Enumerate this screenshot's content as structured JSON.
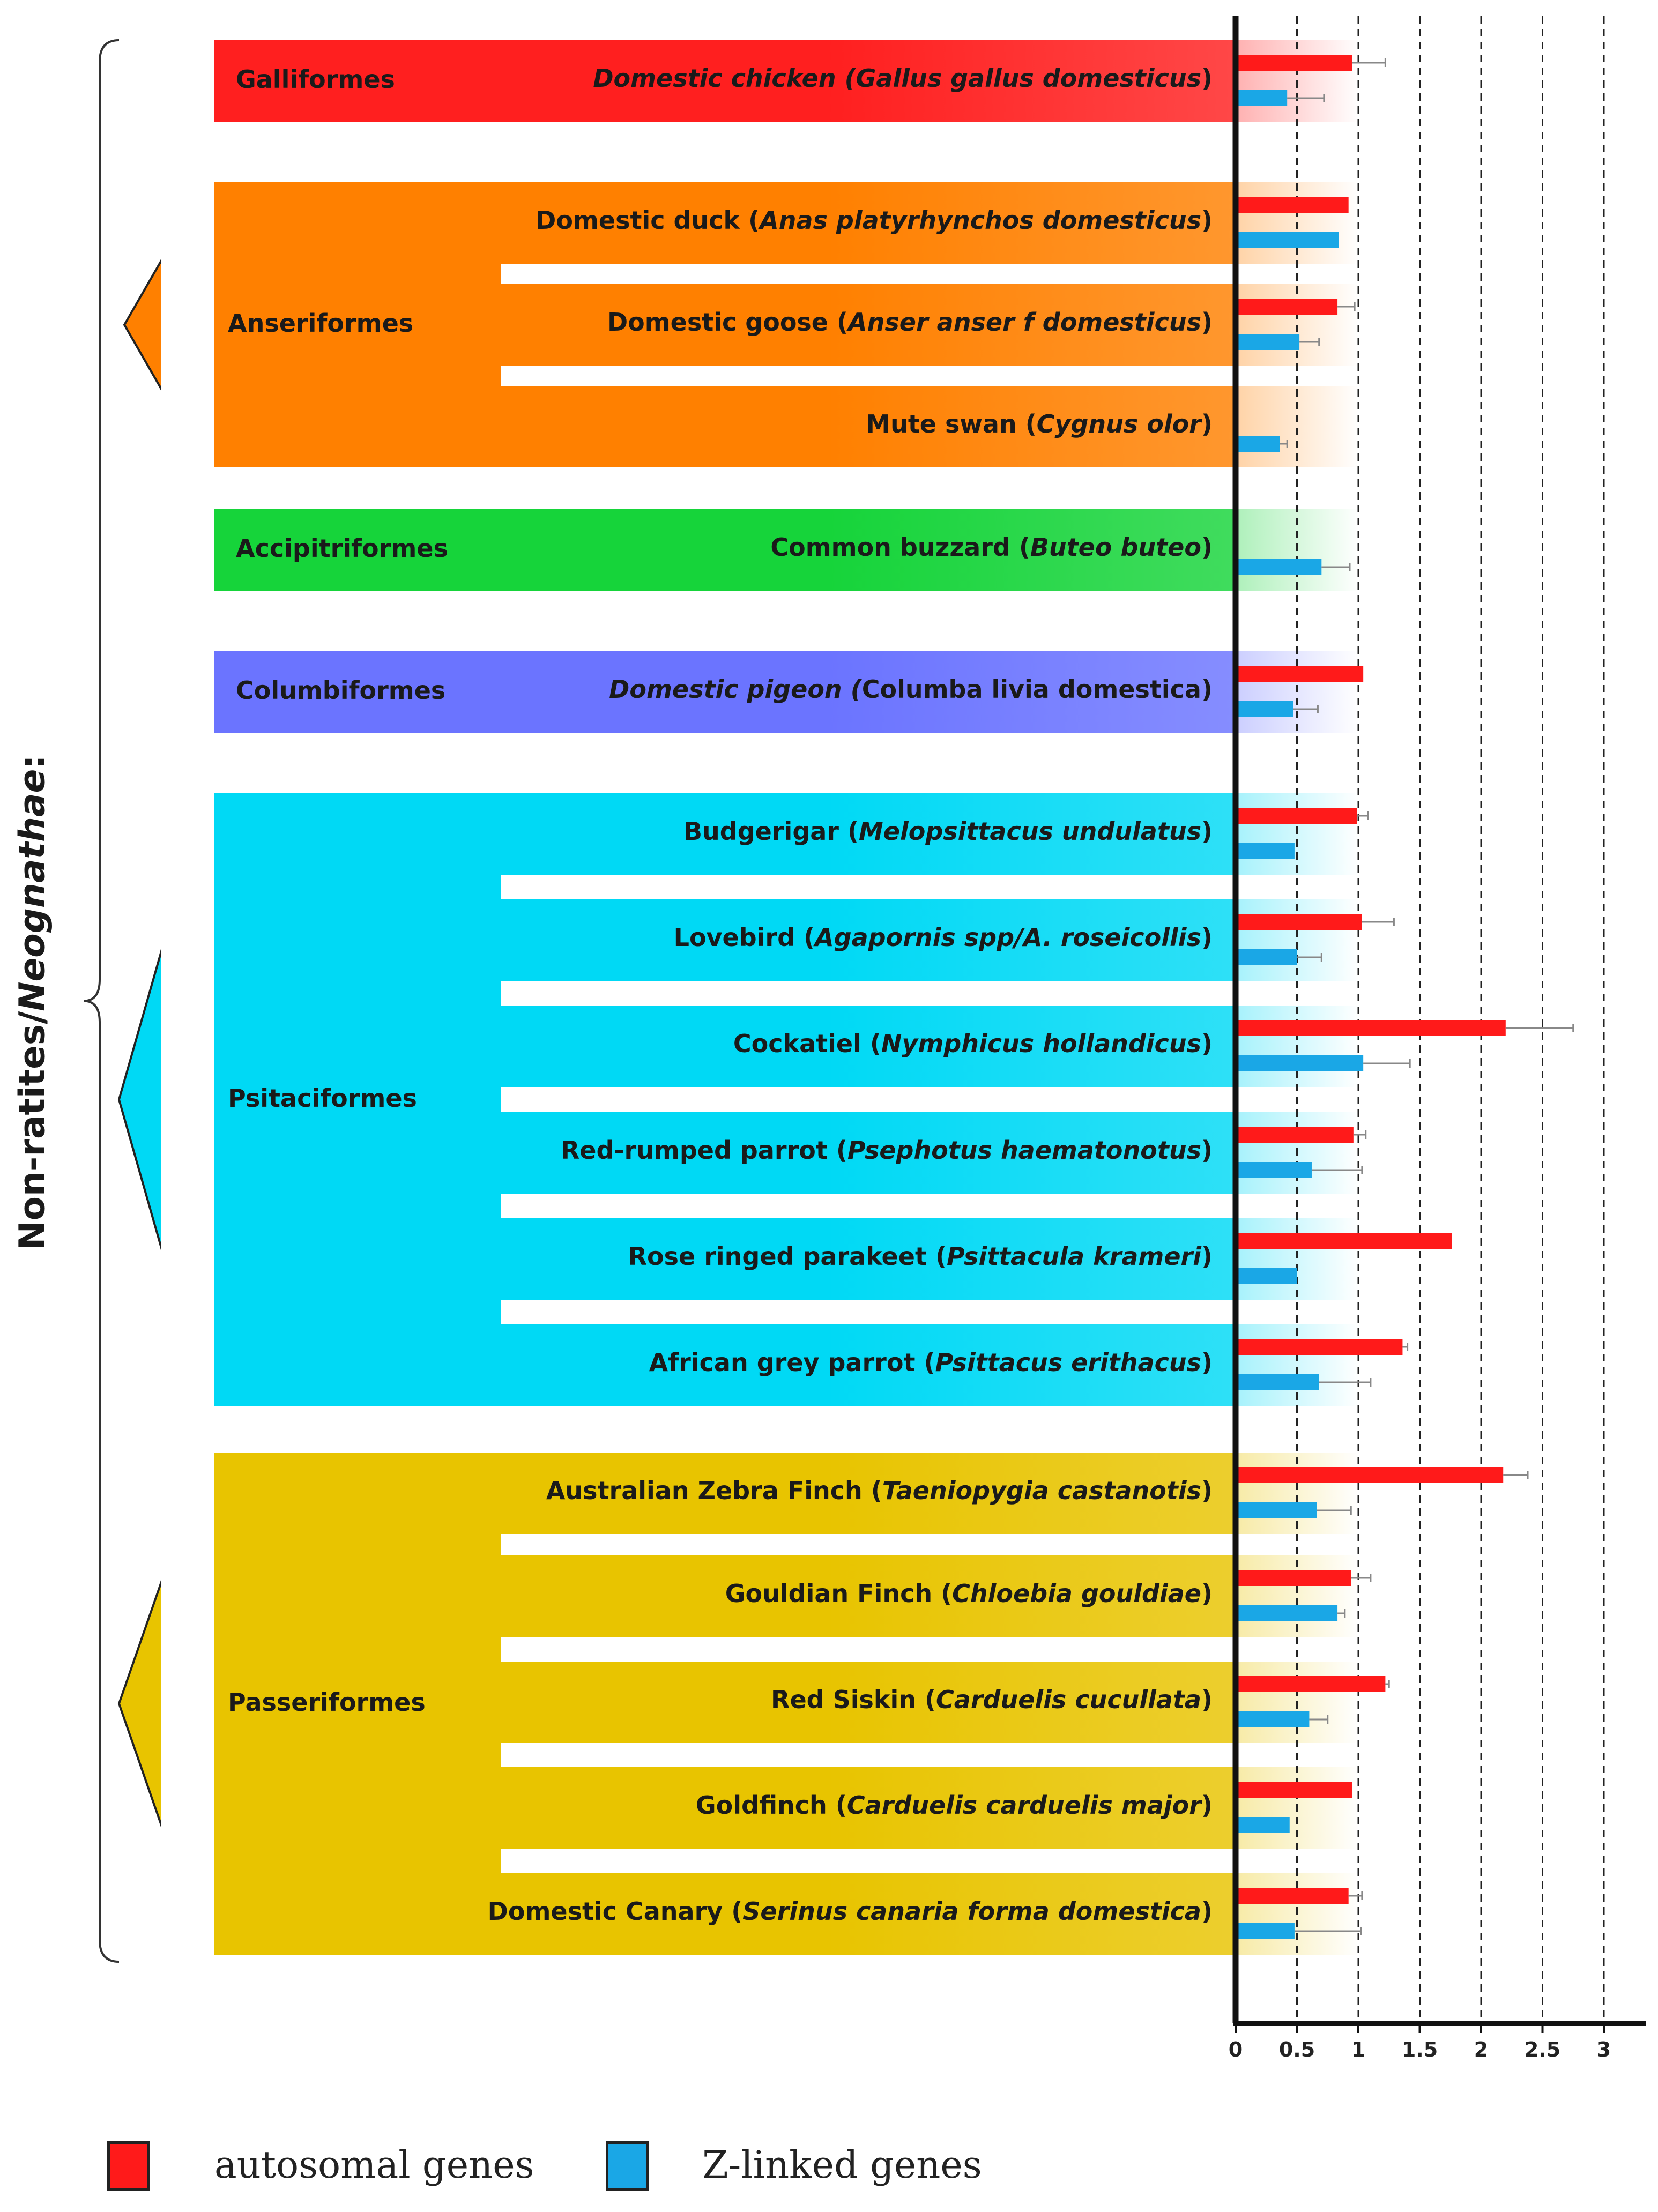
{
  "side_label": {
    "prefix": "Non-ratites/",
    "italic": "Neognathae",
    "suffix": ":"
  },
  "orders": [
    {
      "name": "Galliformes",
      "color": "#ff1f1f",
      "species_idx": [
        0
      ]
    },
    {
      "name": "Anseriformes",
      "color": "#ff8000",
      "species_idx": [
        1,
        2,
        3
      ]
    },
    {
      "name": "Accipitriformes",
      "color": "#16d43a",
      "species_idx": [
        4
      ]
    },
    {
      "name": "Columbiformes",
      "color": "#6b74ff",
      "species_idx": [
        5
      ]
    },
    {
      "name": "Psitaciformes",
      "color": "#00d9f5",
      "species_idx": [
        6,
        7,
        8,
        9,
        10,
        11
      ]
    },
    {
      "name": "Passeriformes",
      "color": "#e8c400",
      "species_idx": [
        12,
        13,
        14,
        15,
        16
      ]
    }
  ],
  "chart_data": {
    "type": "bar",
    "orientation": "horizontal",
    "categories": [
      "Domestic chicken (Gallus gallus domesticus)",
      "Domestic duck (Anas platyrhynchos domesticus)",
      "Domestic goose (Anser anser f domesticus)",
      "Mute swan (Cygnus olor)",
      "Common buzzard (Buteo buteo)",
      "Domestic pigeon (Columba livia domestica)",
      "Budgerigar (Melopsittacus undulatus)",
      "Lovebird (Agapornis spp/A. roseicollis)",
      "Cockatiel (Nymphicus hollandicus)",
      "Red-rumped parrot (Psephotus haematonotus)",
      "Rose ringed parakeet (Psittacula krameri)",
      "African grey parrot (Psittacus erithacus)",
      "Australian Zebra Finch (Taeniopygia castanotis)",
      "Gouldian Finch (Chloebia gouldiae)",
      "Red Siskin (Carduelis cucullata)",
      "Goldfinch (Carduelis carduelis major)",
      "Domestic Canary (Serinus canaria forma domestica)"
    ],
    "species_labels": [
      {
        "common": "Domestic chicken",
        "sci": "Gallus gallus domesticus",
        "common_italic": true
      },
      {
        "common": "Domestic duck",
        "sci": "Anas platyrhynchos domesticus",
        "common_italic": false
      },
      {
        "common": "Domestic goose",
        "sci": "Anser anser f domesticus",
        "common_italic": false
      },
      {
        "common": "Mute swan",
        "sci": "Cygnus olor",
        "common_italic": false
      },
      {
        "common": "Common buzzard",
        "sci": "Buteo buteo",
        "common_italic": false
      },
      {
        "common": "Domestic pigeon",
        "sci": "Columba livia domestica",
        "common_italic": true,
        "sci_italic": false
      },
      {
        "common": "Budgerigar",
        "sci": "Melopsittacus undulatus",
        "common_italic": false
      },
      {
        "common": "Lovebird",
        "sci": "Agapornis spp/A. roseicollis",
        "common_italic": false
      },
      {
        "common": "Cockatiel",
        "sci": "Nymphicus hollandicus",
        "common_italic": false
      },
      {
        "common": "Red-rumped parrot",
        "sci": "Psephotus haematonotus",
        "common_italic": false
      },
      {
        "common": "Rose ringed parakeet",
        "sci": "Psittacula krameri",
        "common_italic": false
      },
      {
        "common": "African grey parrot",
        "sci": "Psittacus erithacus",
        "common_italic": false
      },
      {
        "common": "Australian Zebra Finch",
        "sci": "Taeniopygia castanotis",
        "common_italic": false
      },
      {
        "common": "Gouldian Finch",
        "sci": "Chloebia gouldiae",
        "common_italic": false
      },
      {
        "common": "Red Siskin",
        "sci": "Carduelis cucullata",
        "common_italic": false
      },
      {
        "common": "Goldfinch",
        "sci": "Carduelis carduelis major",
        "common_italic": false
      },
      {
        "common": "Domestic Canary",
        "sci": "Serinus canaria forma domestica",
        "common_italic": false
      }
    ],
    "series": [
      {
        "name": "autosomal genes",
        "color": "#ff1a1a",
        "values": [
          0.95,
          0.92,
          0.83,
          null,
          null,
          1.04,
          0.99,
          1.03,
          2.2,
          0.96,
          1.76,
          1.36,
          2.18,
          0.94,
          1.22,
          0.95,
          0.92
        ],
        "errors": [
          0.27,
          0.0,
          0.14,
          null,
          null,
          0.0,
          0.09,
          0.26,
          0.55,
          0.1,
          0.0,
          0.04,
          0.2,
          0.16,
          0.03,
          0.0,
          0.11
        ]
      },
      {
        "name": "Z-linked genes",
        "color": "#1aa7e6",
        "values": [
          0.42,
          0.84,
          0.52,
          0.36,
          0.7,
          0.47,
          0.48,
          0.5,
          1.04,
          0.62,
          0.5,
          0.68,
          0.66,
          0.83,
          0.6,
          0.44,
          0.48
        ],
        "errors": [
          0.3,
          0.0,
          0.16,
          0.06,
          0.23,
          0.2,
          0.0,
          0.2,
          0.38,
          0.41,
          0.0,
          0.42,
          0.28,
          0.06,
          0.15,
          0.0,
          0.54
        ]
      }
    ],
    "x_ticks": [
      "0",
      "0.5",
      "1",
      "1.5",
      "2",
      "2.5",
      "3"
    ],
    "xlim": [
      0,
      3.3
    ],
    "grid": "dashed vertical lines at 0.5 intervals",
    "legend_position": "bottom-left"
  }
}
